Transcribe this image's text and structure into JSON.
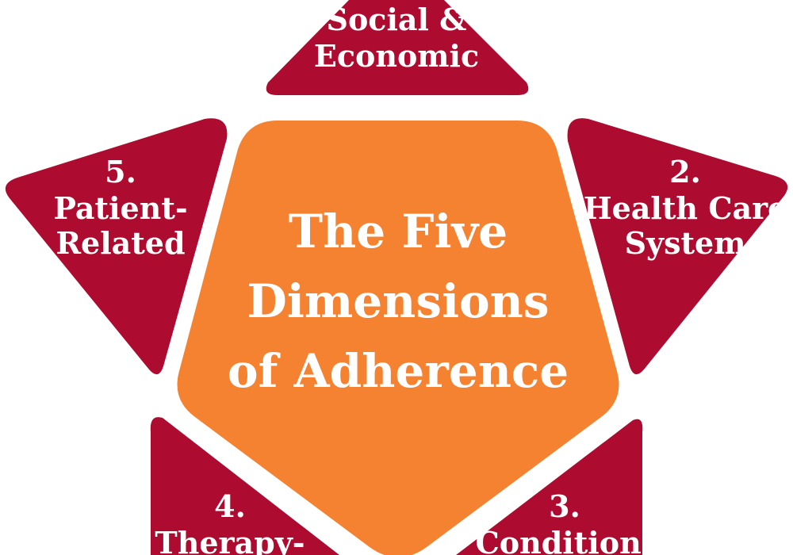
{
  "colors": {
    "background": "#ffffff",
    "center": "#f58230",
    "points": "#ad0b30",
    "text": "#ffffff"
  },
  "center": {
    "line1": "The Five",
    "line2": "Dimensions",
    "line3": "of Adherence"
  },
  "dimensions": [
    {
      "line1": "Social &",
      "line2": "Economic"
    },
    {
      "number": "2.",
      "line1": "Health Care",
      "line2": "System"
    },
    {
      "number": "3.",
      "line1": "Condition-"
    },
    {
      "number": "4.",
      "line1": "Therapy-"
    },
    {
      "number": "5.",
      "line1": "Patient-",
      "line2": "Related"
    }
  ]
}
